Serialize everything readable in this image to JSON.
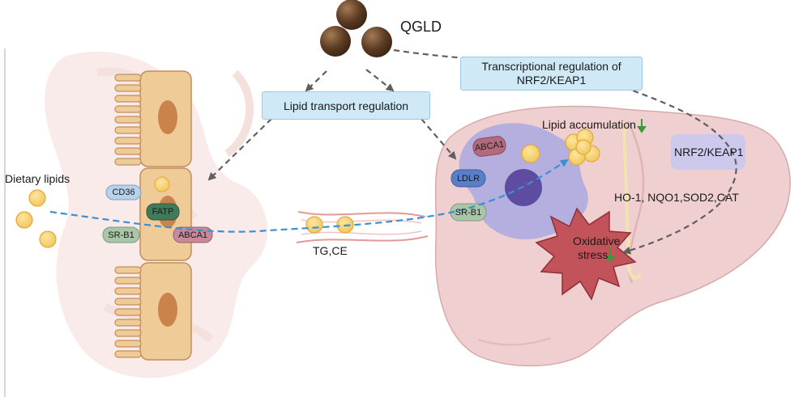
{
  "title": "QGLD",
  "boxes": {
    "lipid_transport": "Lipid transport regulation",
    "transcriptional_line1": "Transcriptional regulation of",
    "transcriptional_line2": "NRF2/KEAP1",
    "nrf2": "NRF2/KEAP1"
  },
  "labels": {
    "dietary_lipids": "Dietary lipids",
    "tg_ce": "TG,CE",
    "lipid_accumulation": "Lipid accumulation",
    "enzymes": "HO-1, NQO1,SOD2,CAT",
    "oxidative_line1": "Oxidative",
    "oxidative_line2": "stress"
  },
  "receptors": {
    "intestine": [
      "CD36",
      "FATP",
      "SR-B1",
      "ABCA1"
    ],
    "liver": [
      "ABCA1",
      "LDLR",
      "SR-B1"
    ]
  },
  "colors": {
    "arrow_gray": "#5f5f5f",
    "arrow_blue": "#3b8fd6",
    "down_arrow": "#3a9a3a",
    "cell_fill": "#eecb97",
    "lipid_fill": "#f6cf6c",
    "liver_fill": "#efcfcf",
    "star_fill": "#c2535a"
  }
}
